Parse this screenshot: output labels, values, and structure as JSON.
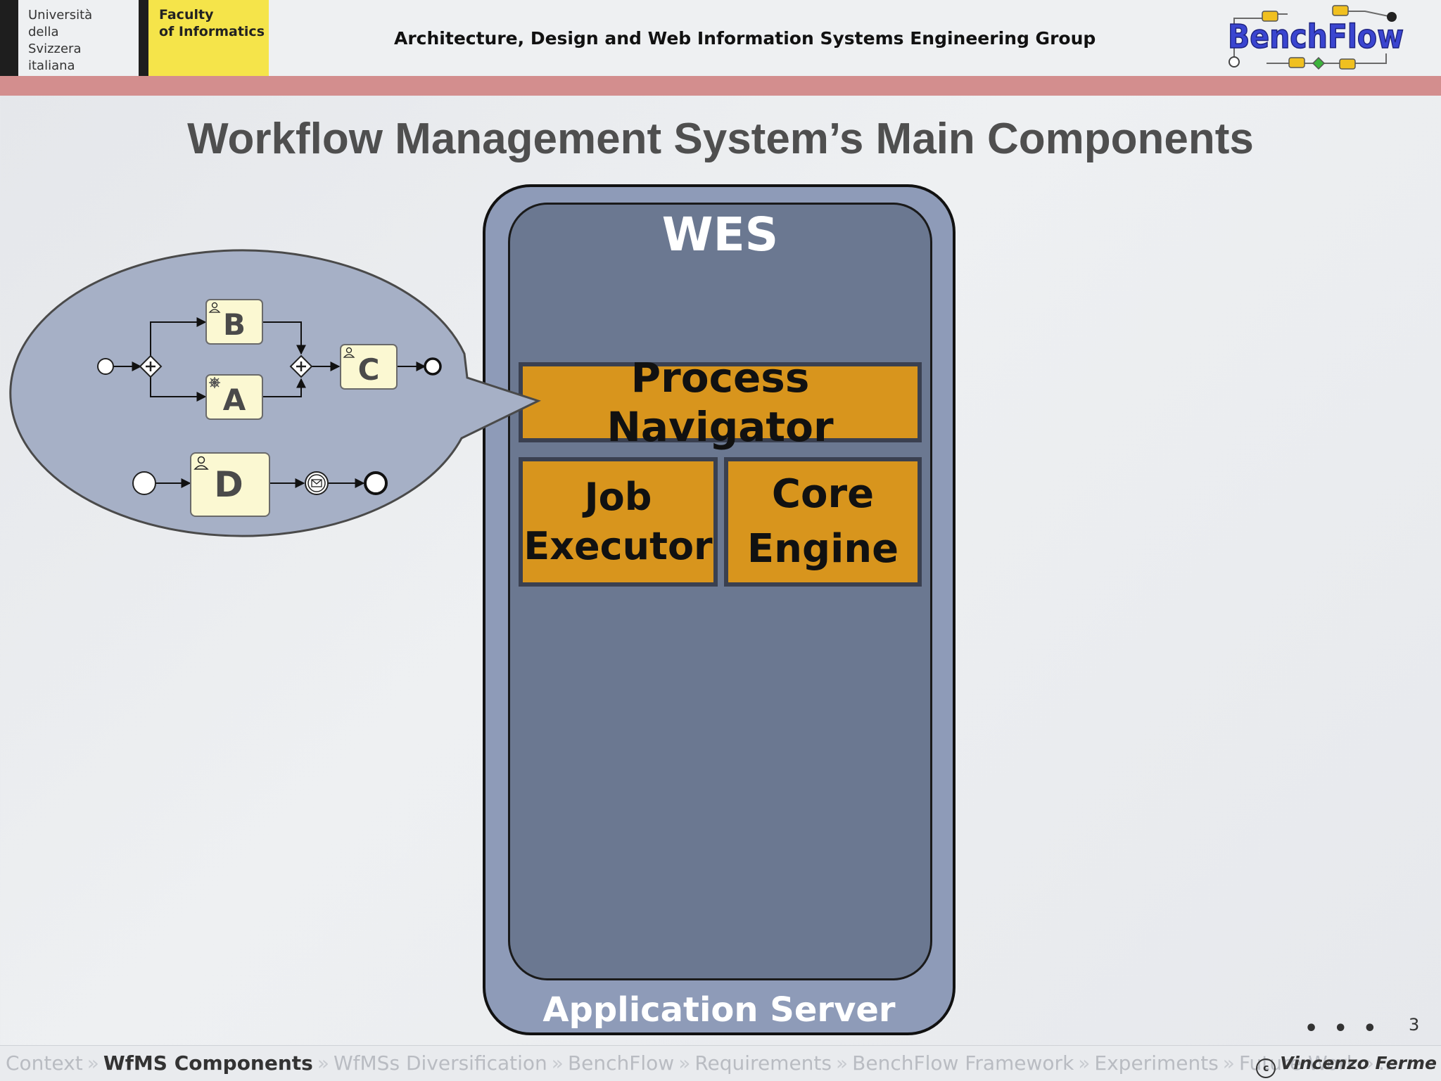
{
  "header": {
    "university_lines": [
      "Università",
      "della",
      "Svizzera",
      "italiana"
    ],
    "faculty_lines": [
      "Faculty",
      "of Informatics"
    ],
    "group_title": "Architecture, Design and Web Information Systems Engineering Group",
    "logo_text": "BenchFlow"
  },
  "slide": {
    "title": "Workflow Management System’s Main Components",
    "page_number": "3",
    "more_indicator": "• • •"
  },
  "diagram": {
    "outer_container": "Application Server",
    "inner_container": "WES",
    "components": {
      "process_navigator": "Process Navigator",
      "job_executor": [
        "Job",
        "Executor"
      ],
      "core_engine": [
        "Core",
        "Engine"
      ]
    },
    "bpmn_tasks": [
      "B",
      "A",
      "C",
      "D"
    ]
  },
  "footer": {
    "breadcrumbs": [
      "Context",
      "WfMS Components",
      "WfMSs Diversification",
      "BenchFlow",
      "Requirements",
      "BenchFlow Framework",
      "Experiments",
      "Future Work",
      "..."
    ],
    "separator": "»",
    "active_index": 1,
    "author": "Vincenzo Ferme",
    "cc_symbol": "c"
  },
  "colors": {
    "accent_band": "#d38e8e",
    "faculty_yellow": "#f5e44a",
    "component_orange": "#d8951d",
    "wes_fill": "#6b7891",
    "app_server_fill": "#8e9bb8",
    "bubble_fill": "#a6b0c6",
    "task_fill": "#fbf8d2"
  }
}
